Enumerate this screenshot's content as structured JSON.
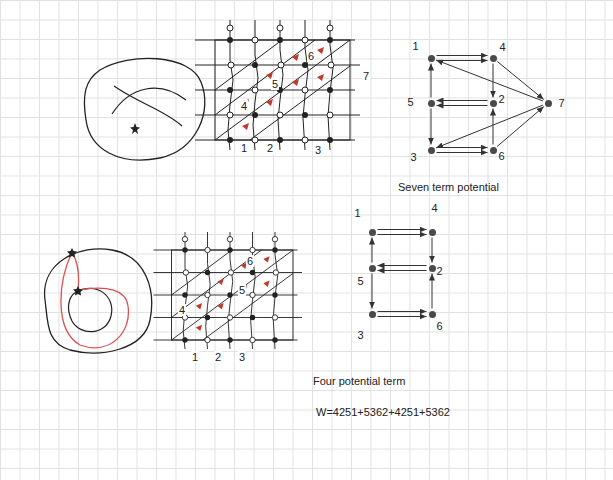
{
  "diagram": {
    "nodes": [
      {
        "text": [
          "1"
        ]
      },
      {
        "text": [
          "4"
        ]
      },
      {
        "text": [
          "5"
        ]
      },
      {
        "text": [
          "2"
        ]
      },
      {
        "text": [
          "7"
        ]
      },
      {
        "text": [
          "3"
        ]
      },
      {
        "text": [
          "6"
        ]
      },
      {
        "text": [
          "1"
        ]
      },
      {
        "text": [
          "4"
        ]
      },
      {
        "text": [
          "5"
        ]
      },
      {
        "text": [
          "2"
        ]
      },
      {
        "text": [
          "3"
        ]
      },
      {
        "text": [
          "6"
        ]
      }
    ],
    "edges": [
      {
        "from": 0,
        "to": 1,
        "arrow": "to"
      },
      {
        "from": 0,
        "to": 1,
        "arrow": "to"
      },
      {
        "from": 1,
        "to": 3,
        "arrow": "to"
      },
      {
        "from": 3,
        "to": 2,
        "arrow": "to"
      },
      {
        "from": 3,
        "to": 2,
        "arrow": "to"
      },
      {
        "from": 2,
        "to": 0,
        "arrow": "to"
      },
      {
        "from": 2,
        "to": 5,
        "arrow": "to"
      },
      {
        "from": 5,
        "to": 6,
        "arrow": "to"
      },
      {
        "from": 5,
        "to": 6,
        "arrow": "to"
      },
      {
        "from": 6,
        "to": 3,
        "arrow": "to"
      },
      {
        "from": 1,
        "to": 4,
        "arrow": "to"
      },
      {
        "from": 4,
        "to": 0,
        "arrow": "to"
      },
      {
        "from": 6,
        "to": 4,
        "arrow": "to"
      },
      {
        "from": 4,
        "to": 5,
        "arrow": "to"
      },
      {
        "from": 7,
        "to": 8,
        "arrow": "to"
      },
      {
        "from": 7,
        "to": 8,
        "arrow": "to"
      },
      {
        "from": 8,
        "to": 10,
        "arrow": "to"
      },
      {
        "from": 10,
        "to": 9,
        "arrow": "to"
      },
      {
        "from": 10,
        "to": 9,
        "arrow": "to"
      },
      {
        "from": 9,
        "to": 7,
        "arrow": "to"
      },
      {
        "from": 9,
        "to": 11,
        "arrow": "to"
      },
      {
        "from": 11,
        "to": 12,
        "arrow": "to"
      },
      {
        "from": 11,
        "to": 12,
        "arrow": "to"
      },
      {
        "from": 12,
        "to": 10,
        "arrow": "to"
      }
    ],
    "labels": [
      "1",
      "2",
      "3",
      "4",
      "5",
      "6",
      "7",
      "Seven term potential",
      "1",
      "2",
      "3",
      "4",
      "5",
      "6",
      "Four potential term",
      "W=4251+5362+4251+5362"
    ]
  }
}
